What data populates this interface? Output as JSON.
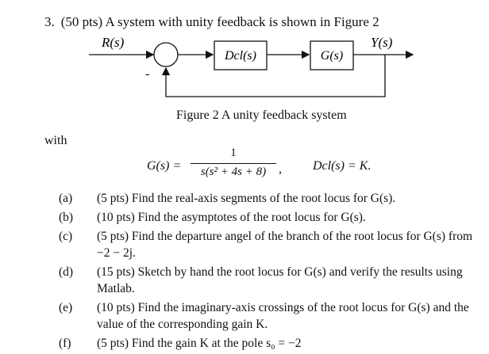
{
  "question": {
    "number": "3.",
    "title": "(50 pts) A system with unity feedback is shown in Figure 2"
  },
  "diagram": {
    "input_label": "R(s)",
    "output_label": "Y(s)",
    "controller_label": "Dcl(s)",
    "plant_label": "G(s)",
    "feedback_sign": "-",
    "caption": "Figure 2   A unity feedback system"
  },
  "with_text": "with",
  "equations": {
    "g_lhs": "G(s) =",
    "g_numerator": "1",
    "g_denominator": "s(s² + 4s + 8)",
    "separator": ",",
    "d_eq": "Dcl(s) = K."
  },
  "items": [
    {
      "label": "(a)",
      "text": "(5 pts) Find the real-axis segments of the root locus for G(s)."
    },
    {
      "label": "(b)",
      "text": "(10 pts) Find the asymptotes of the root locus for G(s)."
    },
    {
      "label": "(c)",
      "text": "(5 pts) Find the departure angel of the branch of the root locus for G(s) from −2 − 2j."
    },
    {
      "label": "(d)",
      "text": "(15 pts) Sketch by hand the root locus for G(s) and verify the results using Matlab."
    },
    {
      "label": "(e)",
      "text": "(10 pts) Find the imaginary-axis crossings of the root locus for G(s) and the value of the corresponding gain K."
    },
    {
      "label": "(f)",
      "text": "(5 pts) Find the gain K at the pole s₀ = −2"
    }
  ]
}
